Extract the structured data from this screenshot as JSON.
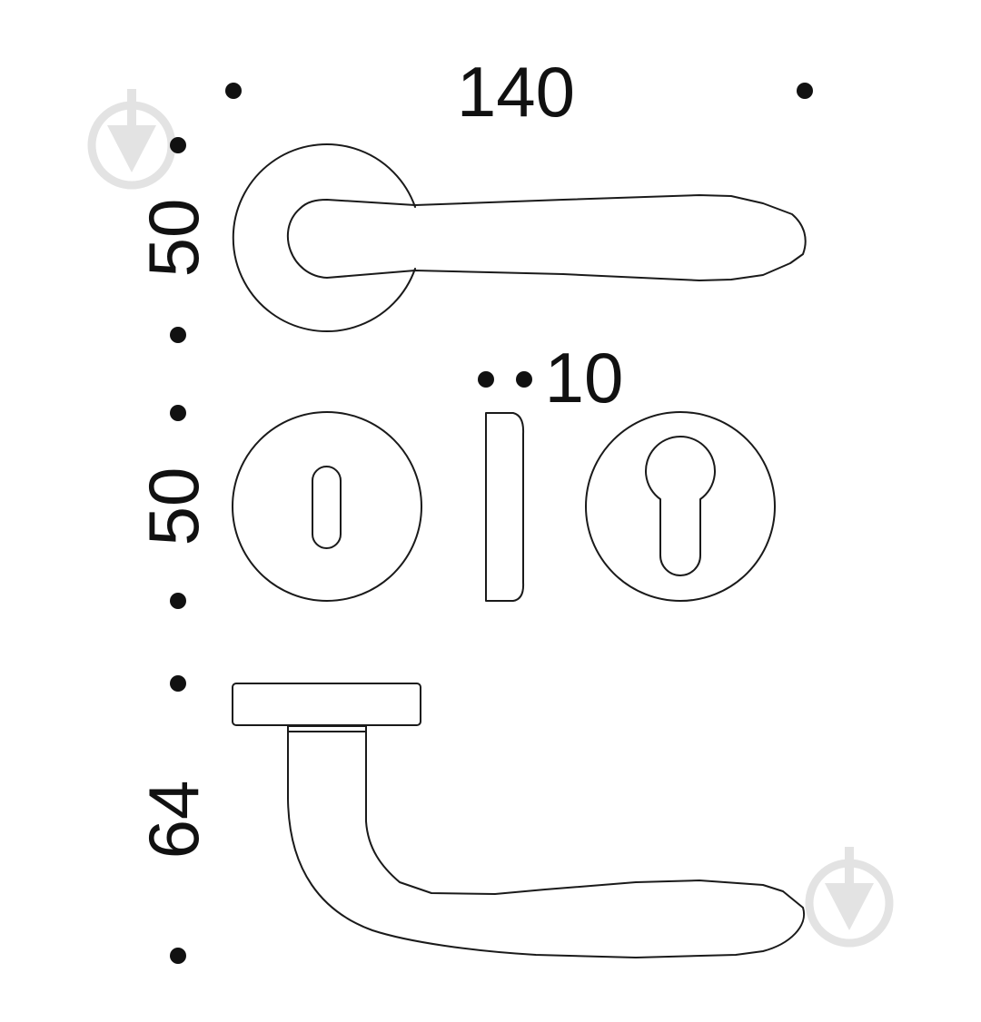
{
  "dimensions": {
    "width_top": "140",
    "height_lever": "50",
    "height_escutcheon": "50",
    "thickness": "10",
    "projection": "64"
  },
  "colors": {
    "line": "#1a1a1a",
    "dot": "#111111",
    "watermark": "#e3e3e3"
  },
  "icons": [
    "watermark-download-icon",
    "watermark-download-icon"
  ]
}
